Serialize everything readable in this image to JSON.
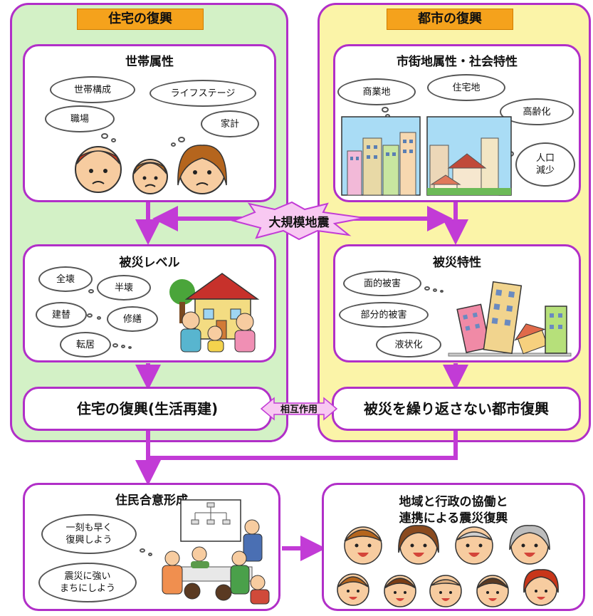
{
  "housing": {
    "title": "住宅の復興",
    "household": {
      "title": "世帯属性",
      "clouds": [
        "世帯構成",
        "ライフステージ",
        "職場",
        "家計"
      ]
    },
    "damage": {
      "title": "被災レベル",
      "clouds": [
        "全壊",
        "半壊",
        "建替",
        "修繕",
        "転居"
      ]
    },
    "result": "住宅の復興(生活再建)"
  },
  "city": {
    "title": "都市の復興",
    "urban": {
      "title": "市街地属性・社会特性",
      "clouds": [
        "商業地",
        "住宅地",
        "高齢化",
        "人口\n減少"
      ]
    },
    "damage": {
      "title": "被災特性",
      "clouds": [
        "面的被害",
        "部分的被害",
        "液状化"
      ]
    },
    "result": "被災を繰り返さない都市復興"
  },
  "earthquake": "大規模地震",
  "interaction": "相互作用",
  "consensus": {
    "title": "住民合意形成",
    "clouds": [
      "一刻も早く\n復興しよう",
      "震災に強い\nまちにしよう"
    ]
  },
  "final": {
    "title_line1": "地域と行政の協働と",
    "title_line2": "連携による震災復興"
  },
  "colors": {
    "purple": "#b12fc8",
    "housing_bg": "#d3f1c6",
    "city_bg": "#fbf4a8",
    "tag": "#f5a21c",
    "arrow": "#c23bd6",
    "burst": "#f8c9f2"
  }
}
